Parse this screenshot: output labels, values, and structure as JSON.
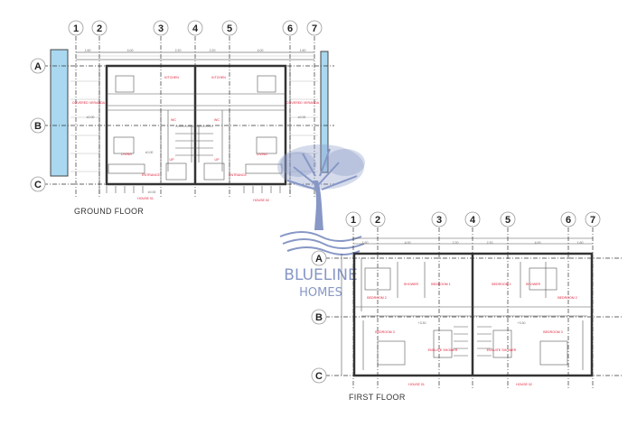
{
  "ground_floor": {
    "title": "GROUND FLOOR",
    "grid_columns": [
      "1",
      "2",
      "3",
      "4",
      "5",
      "6",
      "7"
    ],
    "grid_rows": [
      "A",
      "B",
      "C"
    ],
    "rooms": [
      "KITCHEN",
      "KITCHEN",
      "COVERED VERANDA",
      "COVERED VERANDA",
      "LIVING",
      "LIVING",
      "WC",
      "WC",
      "ENTRANCE",
      "ENTRANCE",
      "HOUSE 01",
      "HOUSE 02",
      "UP",
      "UP"
    ],
    "dimensions": [
      "1.60",
      "4.00",
      "2.20",
      "2.20",
      "4.00",
      "1.60",
      "±0.00",
      "±0.00",
      "±0.00",
      "±0.00"
    ],
    "pool_color": "#a9d8f0"
  },
  "first_floor": {
    "title": "FIRST FLOOR",
    "grid_columns": [
      "1",
      "2",
      "3",
      "4",
      "5",
      "6",
      "7"
    ],
    "grid_rows": [
      "A",
      "B",
      "C"
    ],
    "rooms": [
      "BEDROOM 2",
      "BEDROOM 1",
      "BEDROOM 1",
      "BEDROOM 2",
      "SHOWER",
      "SHOWER",
      "BEDROOM 3",
      "BEDROOM 3",
      "ENSUITE SHOWER",
      "ENSUITE SHOWER",
      "HOUSE 01",
      "HOUSE 02"
    ],
    "dimensions": [
      "1.60",
      "4.00",
      "2.20",
      "2.20",
      "4.00",
      "1.60",
      "+3.30",
      "+3.30"
    ]
  },
  "logo": {
    "line1": "BLUELINE",
    "line2": "HOMES",
    "color": "#8797c6"
  }
}
